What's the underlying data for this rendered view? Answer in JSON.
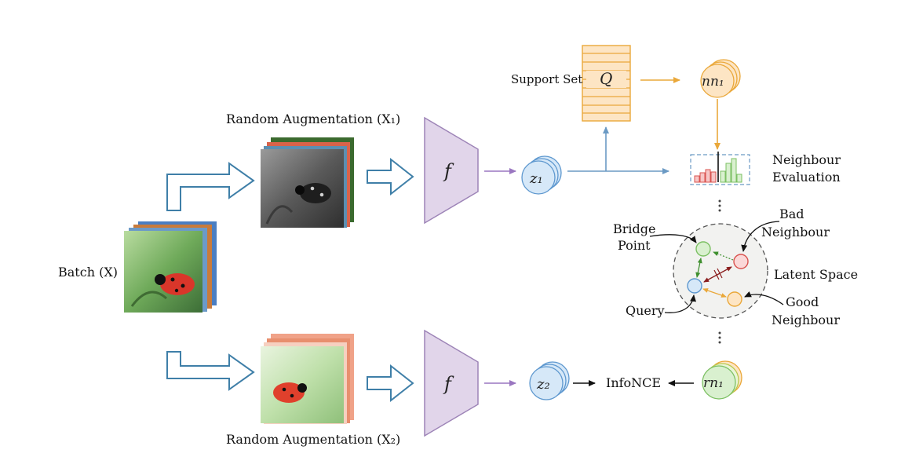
{
  "labels": {
    "batch": "Batch (X)",
    "aug1": "Random Augmentation (X₁)",
    "aug2": "Random Augmentation (X₂)",
    "support_set": "Support Set",
    "queue_symbol": "Q",
    "encoder_symbol": "f",
    "z1": "z₁",
    "z2": "z₂",
    "nn1": "nn₁",
    "rn1": "rn₁",
    "neighbour_eval_line1": "Neighbour",
    "neighbour_eval_line2": "Evaluation",
    "infonce": "InfoNCE",
    "bridge_line1": "Bridge",
    "bridge_line2": "Point",
    "bad_line1": "Bad",
    "bad_line2": "Neighbour",
    "latent_space": "Latent Space",
    "query": "Query",
    "good_line1": "Good",
    "good_line2": "Neighbour"
  },
  "colors": {
    "encoder_fill": "#e1d5ea",
    "encoder_stroke": "#9d84b7",
    "purple_arrow": "#9a76c0",
    "blue_arrow": "#6b9ac4",
    "outline_arrow": "#3f7fa8",
    "orange": "#eaa83a",
    "orange_fill": "#fde5c4",
    "blue_node_fill": "#d6e8f8",
    "blue_node_stroke": "#5e98cf",
    "green_fill": "#d9f0cf",
    "green_stroke": "#7cc063",
    "red_stroke": "#d9534f",
    "latent_fill": "#f2f2f0"
  },
  "icons": [
    "outline-arrow-icon",
    "ladybug-image",
    "histogram-icon"
  ]
}
